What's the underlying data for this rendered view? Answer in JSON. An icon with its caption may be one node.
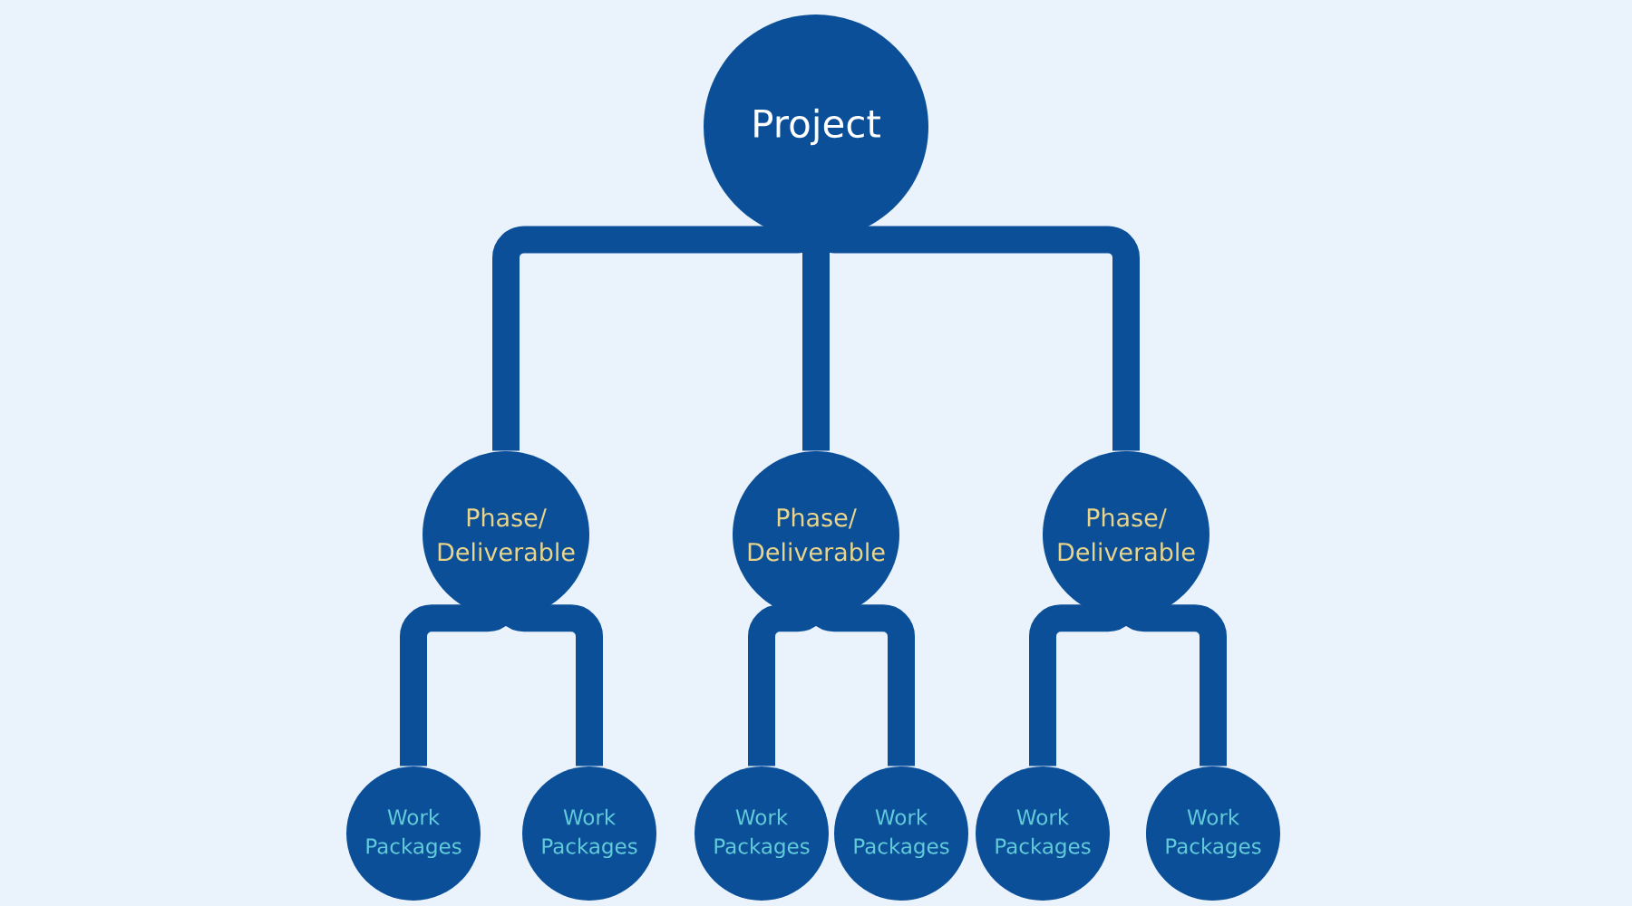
{
  "diagram": {
    "nodes": [
      {
        "text": [
          "Project"
        ]
      },
      {
        "text": [
          "Phase/ Deliverable"
        ]
      },
      {
        "text": [
          "Phase/ Deliverable"
        ]
      },
      {
        "text": [
          "Phase/ Deliverable"
        ]
      },
      {
        "text": [
          "Work Packages"
        ]
      },
      {
        "text": [
          "Work Packages"
        ]
      },
      {
        "text": [
          "Work Packages"
        ]
      },
      {
        "text": [
          "Work Packages"
        ]
      },
      {
        "text": [
          "Work Packages"
        ]
      },
      {
        "text": [
          "Work Packages"
        ]
      }
    ],
    "edges": [
      {
        "from": 0,
        "to": 1,
        "arrow": "none"
      },
      {
        "from": 0,
        "to": 2,
        "arrow": "none"
      },
      {
        "from": 0,
        "to": 3,
        "arrow": "none"
      },
      {
        "from": 1,
        "to": 4,
        "arrow": "none"
      },
      {
        "from": 1,
        "to": 5,
        "arrow": "none"
      },
      {
        "from": 2,
        "to": 6,
        "arrow": "none"
      },
      {
        "from": 2,
        "to": 7,
        "arrow": "none"
      },
      {
        "from": 3,
        "to": 8,
        "arrow": "none"
      },
      {
        "from": 3,
        "to": 9,
        "arrow": "none"
      }
    ]
  }
}
